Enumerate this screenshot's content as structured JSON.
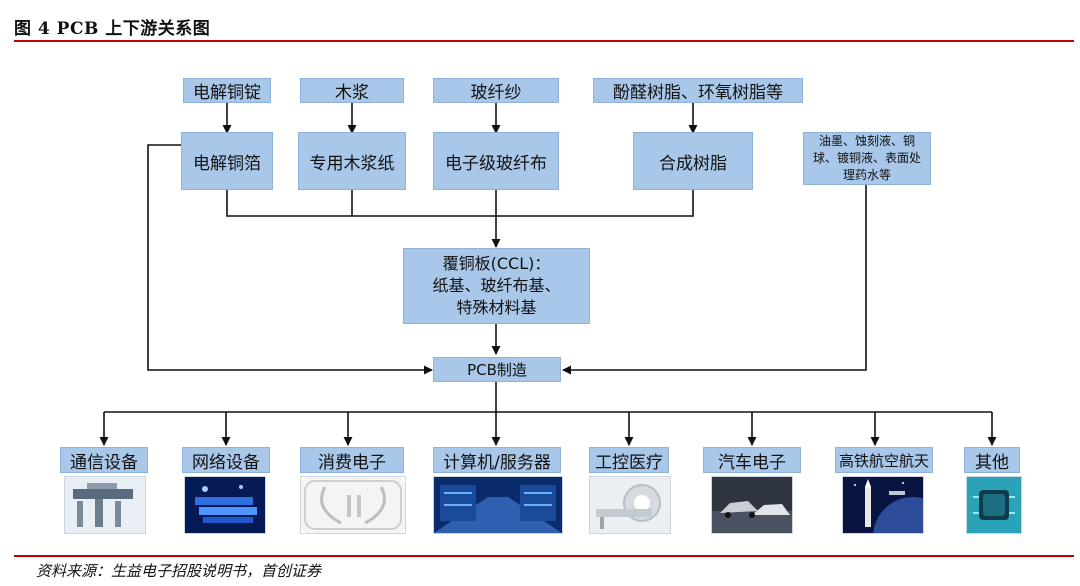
{
  "figure_title": "图 4 PCB 上下游关系图",
  "source": "资料来源：生益电子招股说明书，首创证券",
  "raw_materials": [
    "电解铜锭",
    "木浆",
    "玻纤纱",
    "酚醛树脂、环氧树脂等"
  ],
  "intermediates": [
    "电解铜箔",
    "专用木浆纸",
    "电子级玻纤布",
    "合成树脂"
  ],
  "chemicals": "油墨、蚀刻液、铜球、镀铜液、表面处理药水等",
  "ccl": {
    "line1": "覆铜板(CCL)：",
    "line2": "纸基、玻纤布基、",
    "line3": "特殊材料基"
  },
  "pcb": "PCB制造",
  "applications": [
    "通信设备",
    "网络设备",
    "消费电子",
    "计算机/服务器",
    "工控医疗",
    "汽车电子",
    "高铁航空航天",
    "其他"
  ],
  "colors": {
    "box_fill": "#a9c7e8",
    "rule": "#c00000",
    "arrow": "#111111"
  }
}
